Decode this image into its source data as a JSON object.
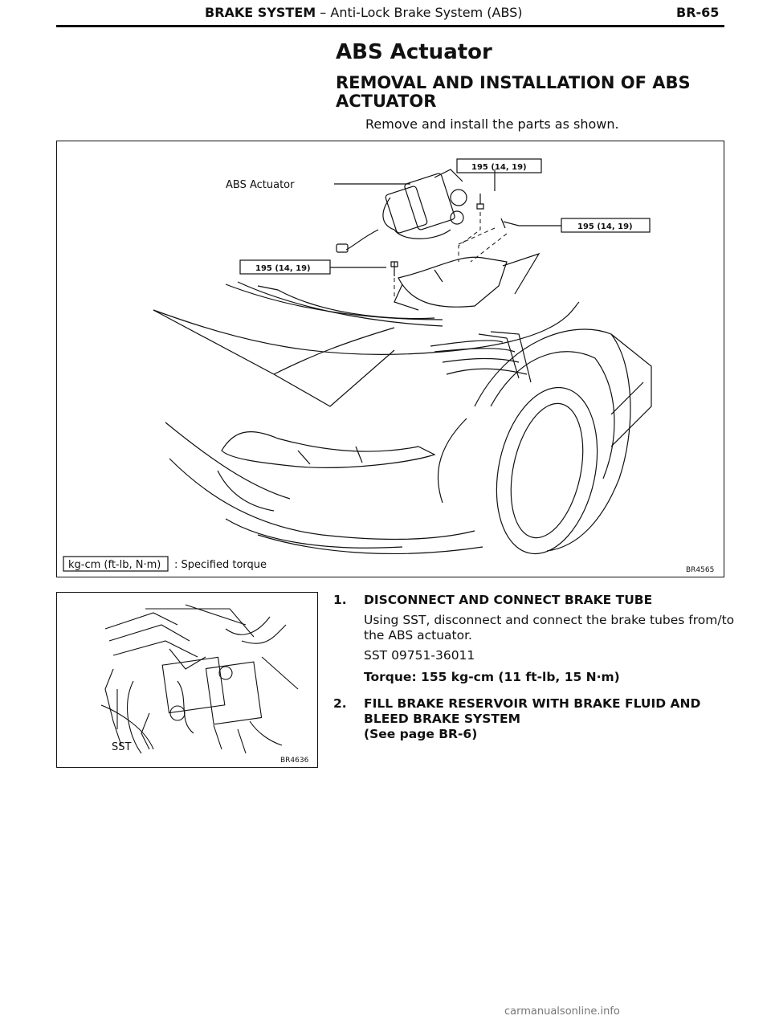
{
  "header": {
    "section_bold": "BRAKE SYSTEM",
    "section_rest": " – Anti-Lock Brake System (ABS)",
    "page": "BR-65"
  },
  "title": "ABS Actuator",
  "section": "REMOVAL AND INSTALLATION OF ABS ACTUATOR",
  "intro": "Remove and install the parts as shown.",
  "figure1": {
    "actuator_label": "ABS Actuator",
    "torque_top": "195 (14, 19)",
    "torque_right": "195 (14, 19)",
    "torque_left": "195 (14, 19)",
    "legend_box": "kg-cm (ft-lb, N·m)",
    "legend_text": ": Specified torque",
    "code": "BR4565"
  },
  "figure2": {
    "sst_label": "SST",
    "code": "BR4636"
  },
  "steps": [
    {
      "num": "1.",
      "heading": "DISCONNECT AND CONNECT BRAKE TUBE",
      "text": "Using SST, disconnect and connect the brake tubes from/to the ABS actuator.",
      "sst": "SST 09751-36011",
      "torque": "Torque:   155 kg-cm (11 ft-lb, 15 N·m)"
    },
    {
      "num": "2.",
      "heading": "FILL BRAKE RESERVOIR WITH BRAKE FLUID AND BLEED BRAKE SYSTEM",
      "ref": "(See page BR-6)"
    }
  ],
  "footer": "carmanualsonline.info"
}
